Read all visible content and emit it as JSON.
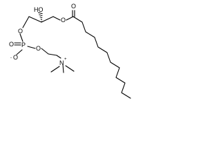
{
  "structure": {
    "atoms": {
      "ho": "HO",
      "o_ester_link": "O",
      "o_carbonyl": "O",
      "o_glycerol": "O",
      "p": "P",
      "o_double": "O",
      "o_minus": "O",
      "minus_sign": "-",
      "o_choline": "O",
      "n": "N",
      "plus_sign": "+"
    }
  }
}
